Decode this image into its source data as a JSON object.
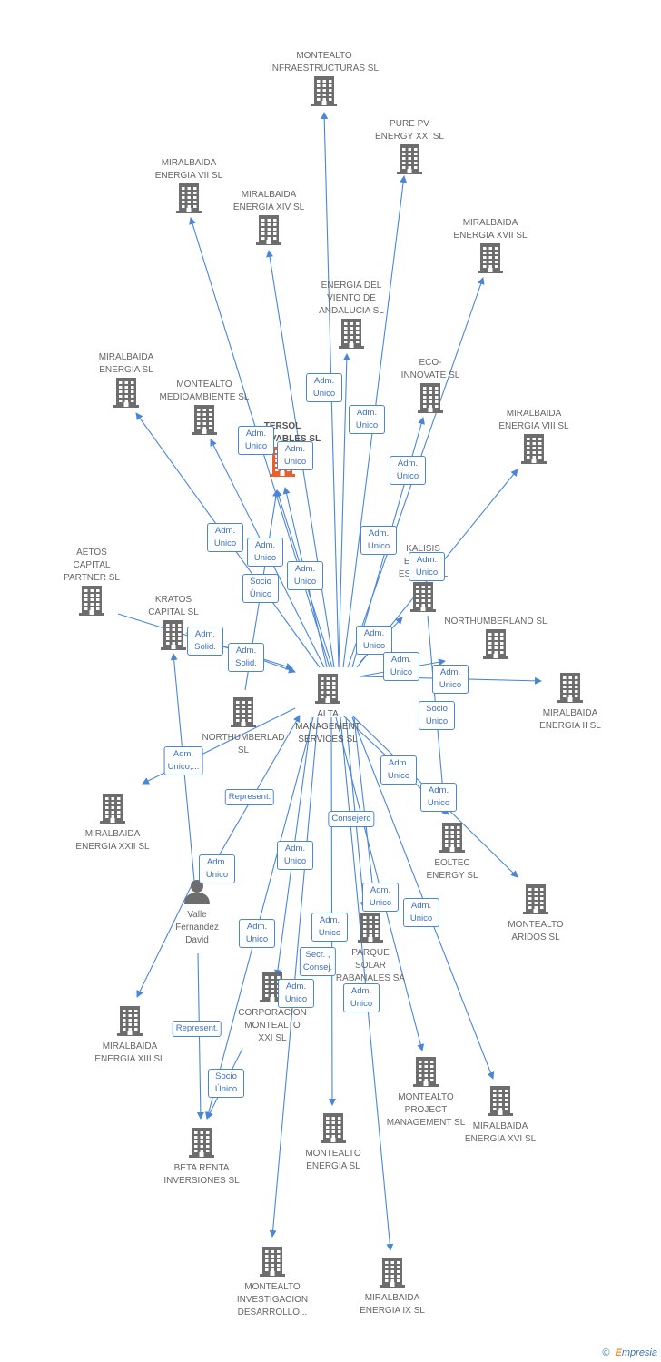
{
  "graph": {
    "colors": {
      "edge": "#4a86d8",
      "building": "#6d6d6d",
      "person": "#6d6d6d",
      "focus_building": "#e8612c"
    },
    "center": {
      "id": "alta",
      "label": "ALTA\nMANAGEMENT\nSERVICES SL"
    },
    "nodes": [
      {
        "id": "alta",
        "label": "ALTA\nMANAGEMENT\nSERVICES SL",
        "kind": "building",
        "role": "center"
      },
      {
        "id": "infra",
        "label": "MONTEALTO\nINFRAESTRUCTURAS SL",
        "kind": "building"
      },
      {
        "id": "purepv",
        "label": "PURE PV\nENERGY XXI SL",
        "kind": "building"
      },
      {
        "id": "mir7",
        "label": "MIRALBAIDA\nENERGIA VII SL",
        "kind": "building"
      },
      {
        "id": "mir14",
        "label": "MIRALBAIDA\nENERGIA XIV SL",
        "kind": "building"
      },
      {
        "id": "mir17",
        "label": "MIRALBAIDA\nENERGIA XVII SL",
        "kind": "building"
      },
      {
        "id": "viento",
        "label": "ENERGIA DEL\nVIENTO DE\nANDALUCIA SL",
        "kind": "building"
      },
      {
        "id": "mirsl",
        "label": "MIRALBAIDA\nENERGIA SL",
        "kind": "building"
      },
      {
        "id": "medio",
        "label": "MONTEALTO\nMEDIOAMBIENTE SL",
        "kind": "building"
      },
      {
        "id": "tersol",
        "label": "TERSOL\nRENOVABLES SL",
        "kind": "building",
        "role": "focus"
      },
      {
        "id": "eco",
        "label": "ECO-\nINNOVATE SL",
        "kind": "building"
      },
      {
        "id": "mir8",
        "label": "MIRALBAIDA\nENERGIA VIII SL",
        "kind": "building"
      },
      {
        "id": "aetos",
        "label": "AETOS\nCAPITAL\nPARTNER SL",
        "kind": "building"
      },
      {
        "id": "kratos",
        "label": "KRATOS\nCAPITAL SL",
        "kind": "building"
      },
      {
        "id": "kalisis",
        "label": "KALISIS\nENERGY\nESPAÑA SL",
        "kind": "building"
      },
      {
        "id": "north",
        "label": "NORTHUMBERLAND SL",
        "kind": "building"
      },
      {
        "id": "mir2",
        "label": "MIRALBAIDA\nENERGIA II SL",
        "kind": "building"
      },
      {
        "id": "northlad",
        "label": "NORTHUMBERLAD\nSL",
        "kind": "building"
      },
      {
        "id": "mir22",
        "label": "MIRALBAIDA\nENERGIA XXII SL",
        "kind": "building"
      },
      {
        "id": "eoltec",
        "label": "EOLTEC\nENERGY SL",
        "kind": "building"
      },
      {
        "id": "aridos",
        "label": "MONTEALTO\nARIDOS SL",
        "kind": "building"
      },
      {
        "id": "valle",
        "label": "Valle\nFernandez\nDavid",
        "kind": "person"
      },
      {
        "id": "parque",
        "label": "PARQUE\nSOLAR\nRABANALES SA",
        "kind": "building"
      },
      {
        "id": "mir13",
        "label": "MIRALBAIDA\nENERGIA XIII SL",
        "kind": "building"
      },
      {
        "id": "corp",
        "label": "CORPORACION\nMONTEALTO\nXXI SL",
        "kind": "building"
      },
      {
        "id": "project",
        "label": "MONTEALTO\nPROJECT\nMANAGEMENT SL",
        "kind": "building"
      },
      {
        "id": "mir16",
        "label": "MIRALBAIDA\nENERGIA XVI SL",
        "kind": "building"
      },
      {
        "id": "beta",
        "label": "BETA RENTA\nINVERSIONES SL",
        "kind": "building"
      },
      {
        "id": "mtenergia",
        "label": "MONTEALTO\nENERGIA SL",
        "kind": "building"
      },
      {
        "id": "invest",
        "label": "MONTEALTO\nINVESTIGACION\nDESARROLLO...",
        "kind": "building"
      },
      {
        "id": "mir9",
        "label": "MIRALBAIDA\nENERGIA IX SL",
        "kind": "building"
      }
    ],
    "edges": [
      {
        "from": "alta",
        "to": "infra",
        "label": ""
      },
      {
        "from": "alta",
        "to": "purepv",
        "label": "Adm.\nUnico"
      },
      {
        "from": "alta",
        "to": "mir7",
        "label": "Adm.\nUnico"
      },
      {
        "from": "alta",
        "to": "mir14",
        "label": "Adm.\nUnico"
      },
      {
        "from": "alta",
        "to": "mir17",
        "label": "Adm.\nUnico"
      },
      {
        "from": "alta",
        "to": "viento",
        "label": "Adm.\nUnico"
      },
      {
        "from": "alta",
        "to": "mirsl",
        "label": "Adm.\nUnico"
      },
      {
        "from": "alta",
        "to": "medio",
        "label": "Adm.\nUnico"
      },
      {
        "from": "alta",
        "to": "tersol",
        "label": "Adm.\nUnico"
      },
      {
        "from": "alta",
        "to": "tersol",
        "label": "Adm.\nUnico"
      },
      {
        "from": "alta",
        "to": "eco",
        "label": "Adm.\nUnico"
      },
      {
        "from": "alta",
        "to": "mir8",
        "label": "Adm.\nUnico"
      },
      {
        "from": "kratos",
        "to": "alta",
        "label": "Adm.\nSolid."
      },
      {
        "from": "aetos",
        "to": "alta",
        "label": "Adm.\nSolid."
      },
      {
        "from": "northlad",
        "to": "tersol",
        "label": "Socio\nÚnico"
      },
      {
        "from": "alta",
        "to": "kalisis",
        "label": "Adm.\nUnico"
      },
      {
        "from": "alta",
        "to": "north",
        "label": "Adm.\nUnico"
      },
      {
        "from": "alta",
        "to": "mir2",
        "label": "Adm.\nUnico"
      },
      {
        "from": "kalisis",
        "to": "eoltec",
        "label": "Socio\nÚnico"
      },
      {
        "from": "alta",
        "to": "mir22",
        "label": "Adm.\nUnico"
      },
      {
        "from": "valle",
        "to": "kratos",
        "label": "Adm.\nUnico,..."
      },
      {
        "from": "alta",
        "to": "eoltec",
        "label": "Adm.\nUnico"
      },
      {
        "from": "alta",
        "to": "aridos",
        "label": "Adm.\nUnico"
      },
      {
        "from": "valle",
        "to": "alta",
        "label": "Represent."
      },
      {
        "from": "alta",
        "to": "parque",
        "label": "Consejero"
      },
      {
        "from": "valle",
        "to": "mir13",
        "label": "Adm.\nUnico"
      },
      {
        "from": "alta",
        "to": "corp",
        "label": "Adm.\nUnico"
      },
      {
        "from": "alta",
        "to": "project",
        "label": "Adm.\nUnico"
      },
      {
        "from": "alta",
        "to": "mir16",
        "label": "Adm.\nUnico"
      },
      {
        "from": "alta",
        "to": "beta",
        "label": "Adm.\nUnico"
      },
      {
        "from": "alta",
        "to": "mtenergia",
        "label": "Adm.\nUnico"
      },
      {
        "from": "alta",
        "to": "invest",
        "label": "Secr. ,\nConsej."
      },
      {
        "from": "alta",
        "to": "mir9",
        "label": "Adm.\nUnico"
      },
      {
        "from": "valle",
        "to": "beta",
        "label": "Represent."
      },
      {
        "from": "corp",
        "to": "beta",
        "label": "Socio\nÚnico"
      },
      {
        "from": "alta",
        "to": "parque",
        "label": "Adm.\nUnico"
      }
    ]
  },
  "footer": {
    "copyright": "©",
    "brand_first": "E",
    "brand_rest": "mpresia"
  }
}
